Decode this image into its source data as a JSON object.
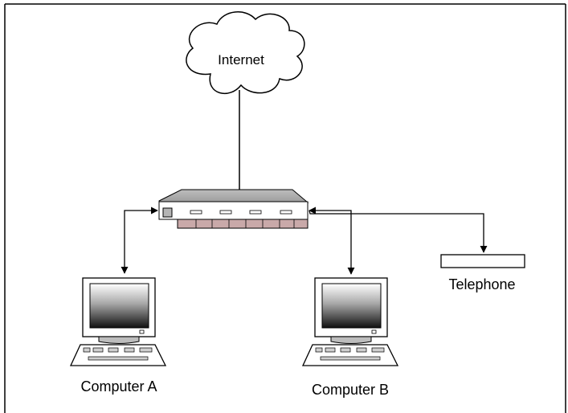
{
  "diagram": {
    "nodes": {
      "internet": {
        "label": "Internet"
      },
      "telephone": {
        "label": "Telephone"
      },
      "computer_a": {
        "label": "Computer A"
      },
      "computer_b": {
        "label": "Computer B"
      }
    },
    "connections": [
      {
        "from": "internet",
        "to": "router",
        "arrows": "none"
      },
      {
        "from": "router",
        "to": "computer_a",
        "arrows": "both"
      },
      {
        "from": "router",
        "to": "computer_b",
        "arrows": "both"
      },
      {
        "from": "router",
        "to": "telephone",
        "arrows": "both"
      }
    ]
  }
}
